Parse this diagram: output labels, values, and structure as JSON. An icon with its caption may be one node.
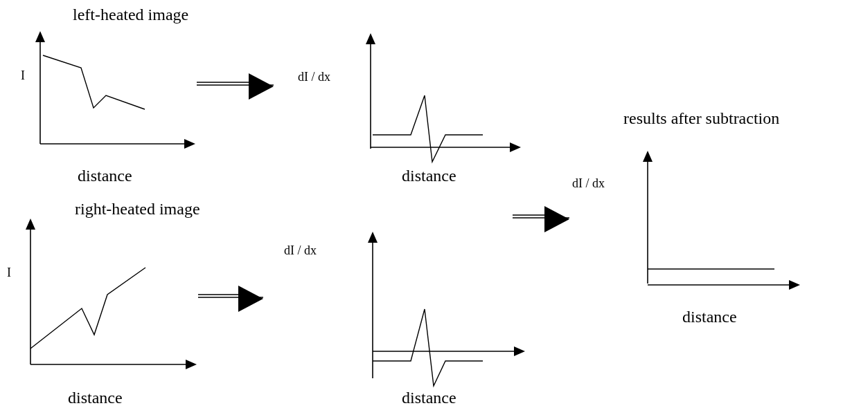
{
  "diagram": {
    "nodes": [
      {
        "text": [
          "left-heated image",
          "I",
          "distance"
        ]
      },
      {
        "text": [
          "dI / dx",
          "distance"
        ]
      },
      {
        "text": [
          "right-heated image",
          "I",
          "distance"
        ]
      },
      {
        "text": [
          "dI / dx",
          "distance"
        ]
      },
      {
        "text": [
          "results after subtraction",
          "dI / dx",
          "distance"
        ]
      }
    ],
    "edges": [
      {
        "from": 0,
        "to": 1,
        "arrow": "to"
      },
      {
        "from": 2,
        "to": 3,
        "arrow": "to"
      },
      {
        "from": null,
        "to": 4,
        "arrow": "to"
      }
    ]
  }
}
